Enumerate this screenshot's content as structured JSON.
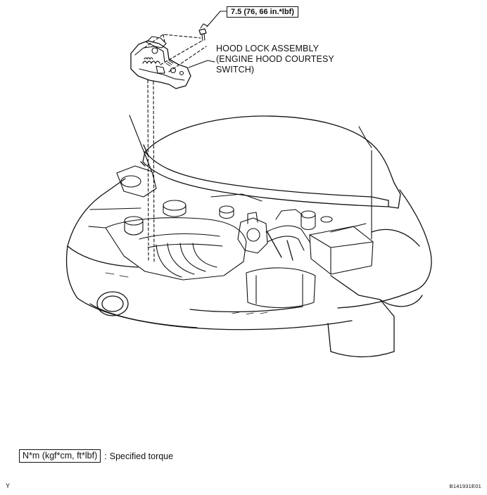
{
  "torque_spec": "7.5 (76, 66 in.*lbf)",
  "part_callout": {
    "line1": "HOOD LOCK ASSEMBLY",
    "line2": "(ENGINE HOOD COURTESY",
    "line3": "SWITCH)"
  },
  "legend": {
    "unit": "N*m (kgf*cm, ft*lbf)",
    "separator": ":",
    "description": "Specified torque"
  },
  "corner_letter": "Y",
  "figure_id": "B141931E01",
  "line_color": "#111111",
  "background_color": "#ffffff"
}
